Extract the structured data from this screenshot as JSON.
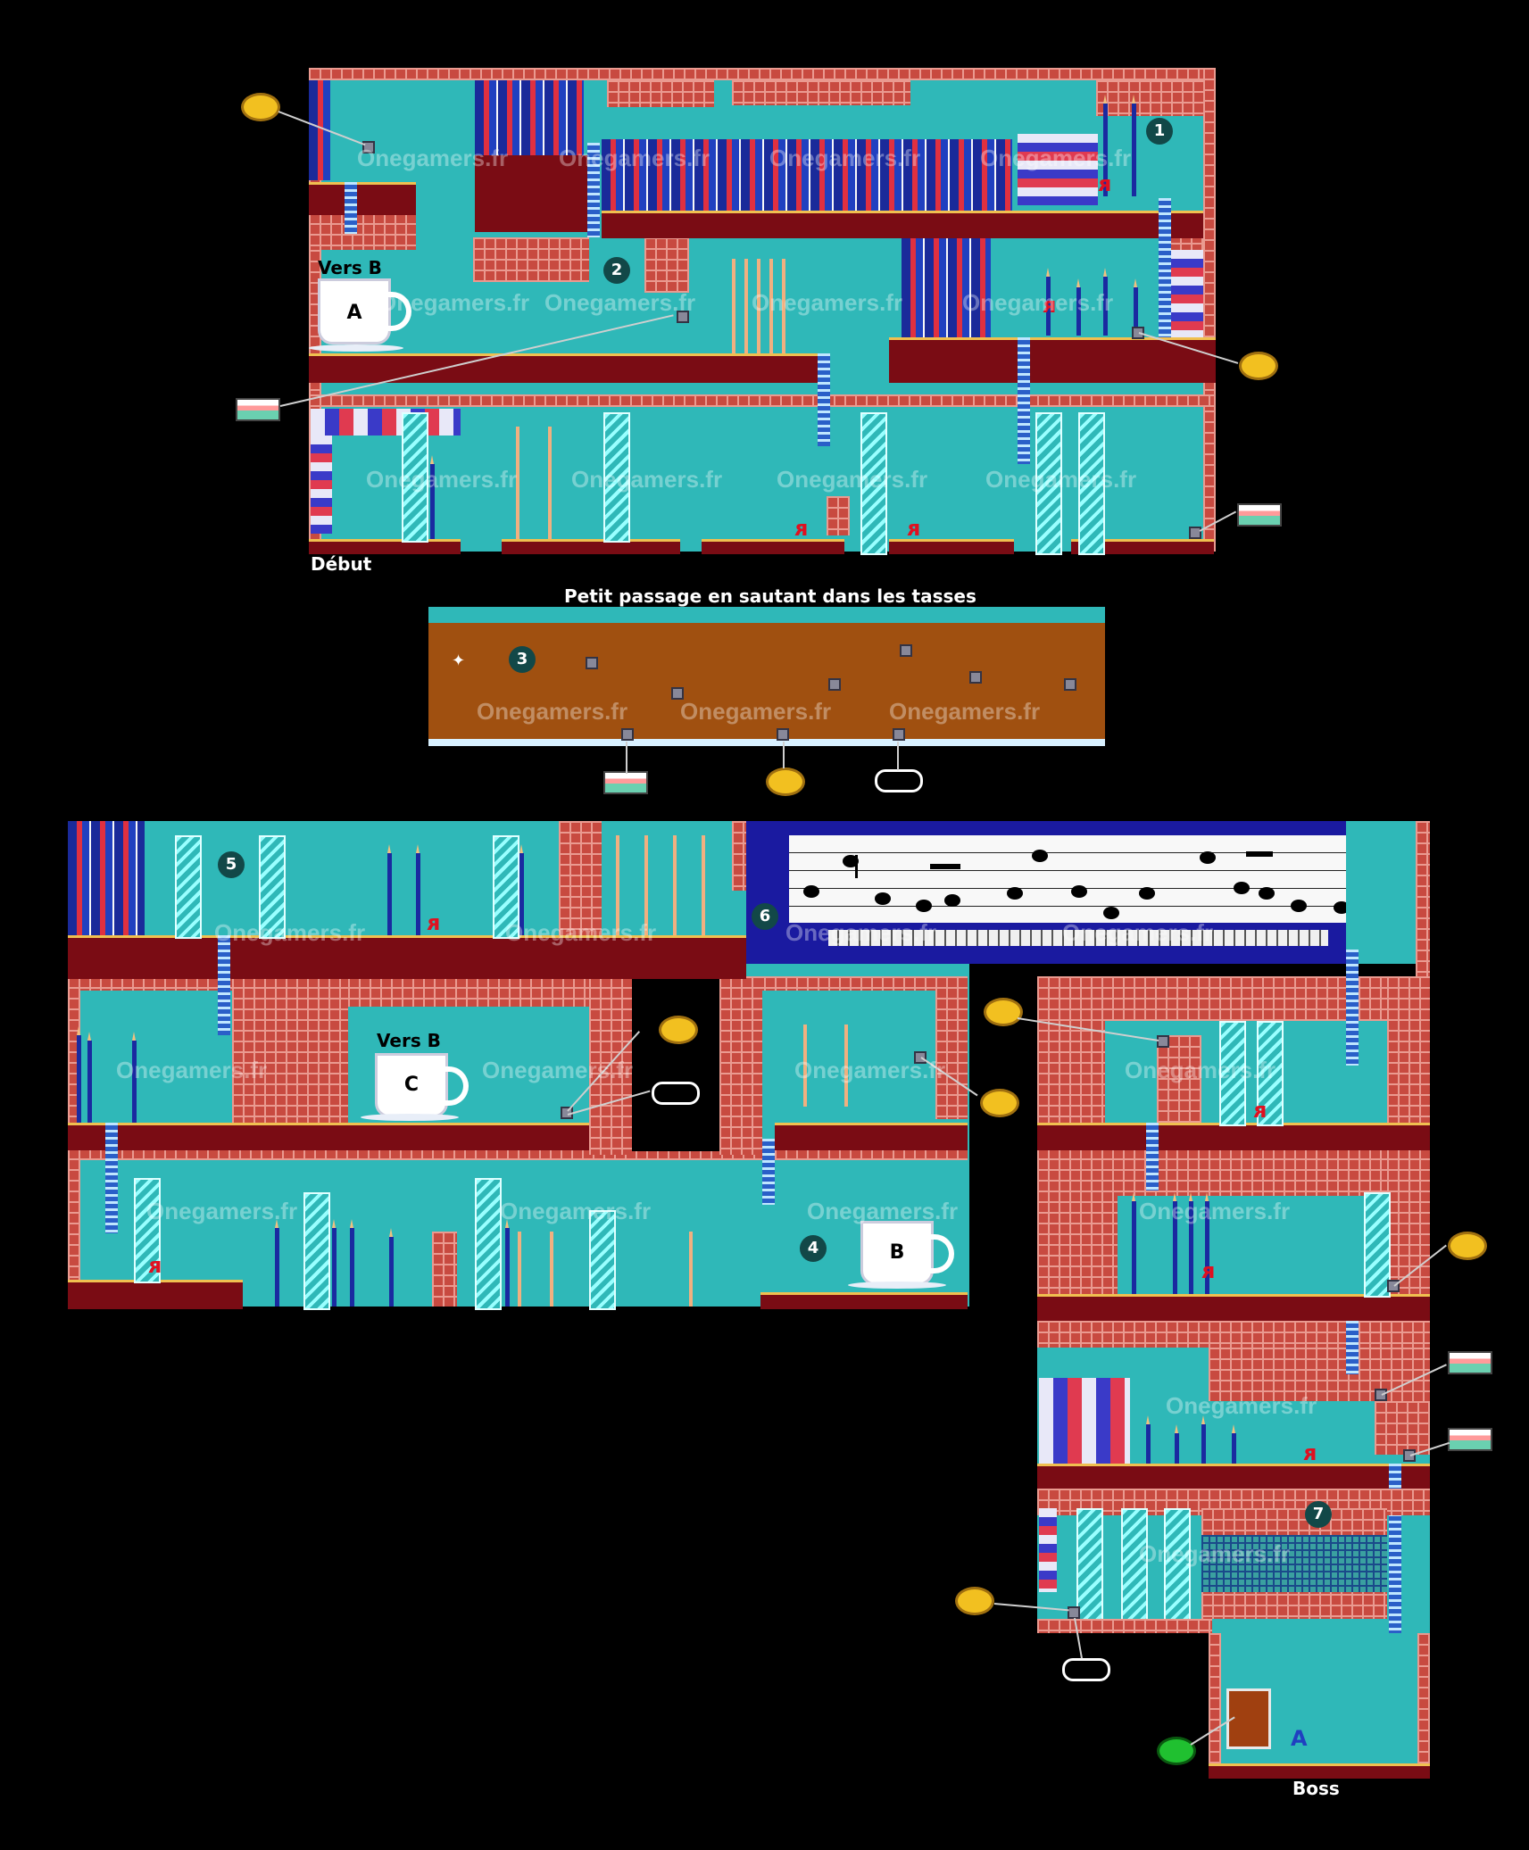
{
  "labels": {
    "start": "Début",
    "boss": "Boss",
    "cup_passage_title": "Petit passage en sautant dans les tasses",
    "to_b_1": "Vers B",
    "to_b_2": "Vers B"
  },
  "cups": {
    "a": "A",
    "b": "B",
    "c": "C"
  },
  "markers": [
    "1",
    "2",
    "3",
    "4",
    "5",
    "6",
    "7"
  ],
  "watermark": "Onegamers.fr",
  "items": {
    "coin": "coin-icon",
    "cake": "cake-icon",
    "glove": "glove-icon",
    "gem": "gem-icon",
    "monster": "monster-icon",
    "item_box": "item-box-icon"
  },
  "colors": {
    "background": "#000000",
    "room": "#2fb8b8",
    "brick": "#c84a40",
    "shelf": "#7a0c14",
    "table": "#a05010",
    "music_bg": "#f8f8f8"
  }
}
